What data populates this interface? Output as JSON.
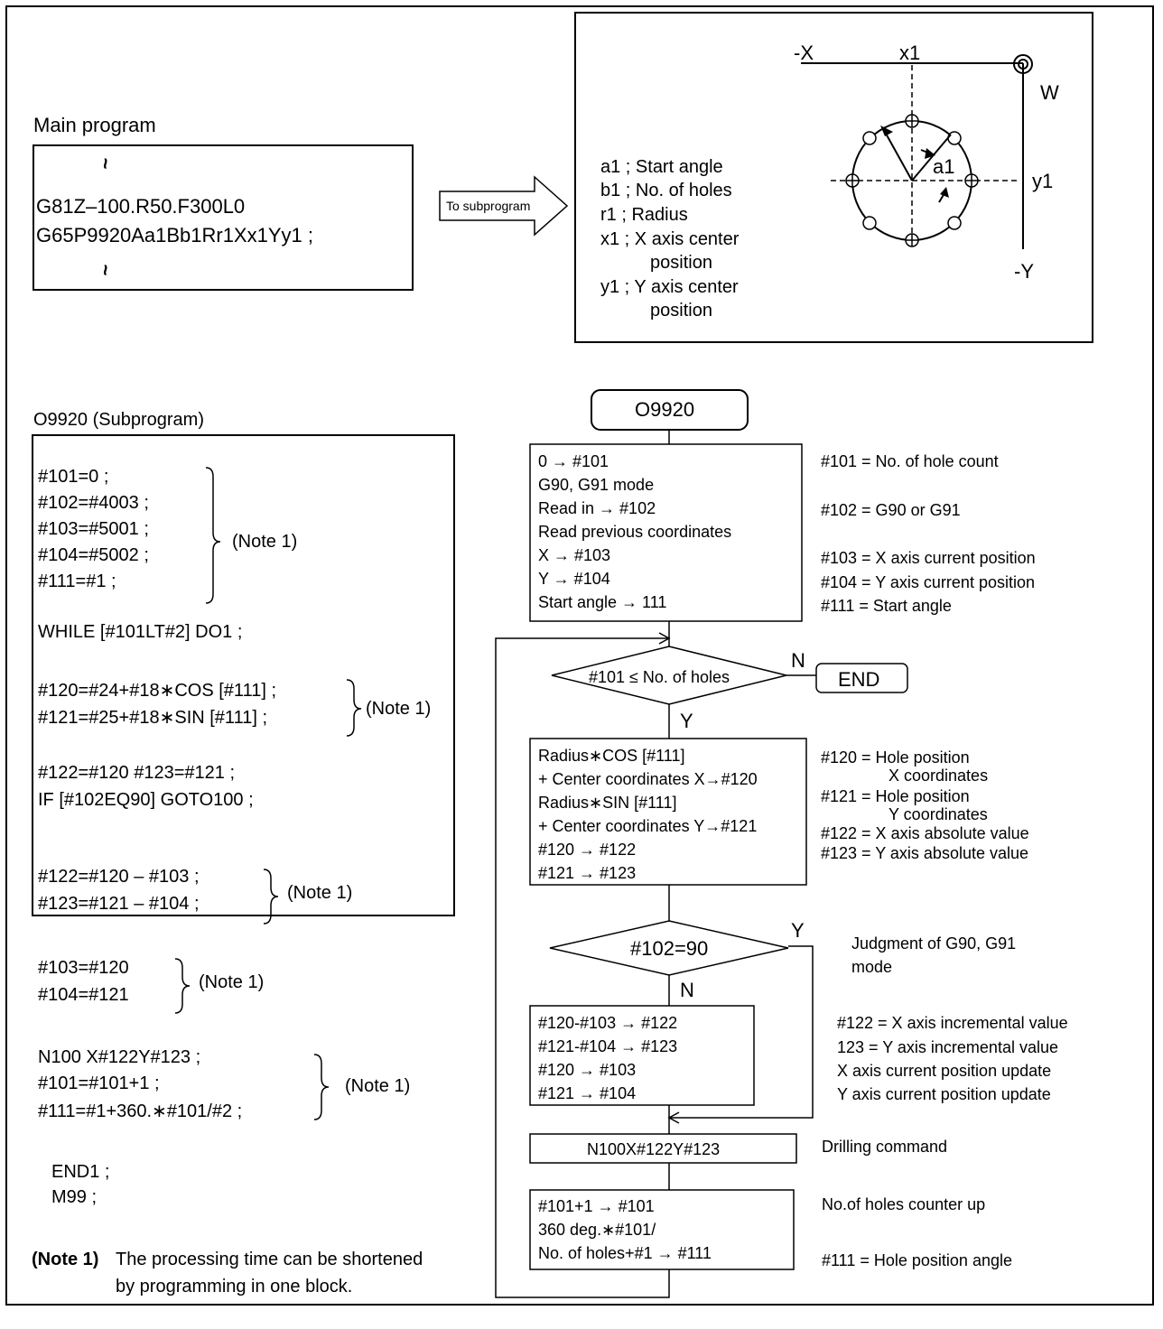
{
  "main_program": {
    "title": "Main program",
    "wave": "~",
    "line1": "G81Z–100.R50.F300L0",
    "line2": "G65P9920Aa1Bb1Rr1Xx1Yy1 ;"
  },
  "arrow_label": "To subprogram",
  "args": {
    "a1": "a1  ; Start angle",
    "b1": "b1  ; No. of holes",
    "r1": "r1   ; Radius",
    "x1a": "x1  ; X axis center",
    "x1b": "position",
    "y1a": "y1  ; Y axis center",
    "y1b": "position"
  },
  "geometry_labels": {
    "negx": "-X",
    "x1": "x1",
    "w": "W",
    "a1": "a1",
    "y1": "y1",
    "negy": "-Y"
  },
  "subprogram": {
    "title": "O9920 (Subprogram)",
    "l1": "#101=0 ;",
    "l2": "#102=#4003 ;",
    "l3": "#103=#5001 ;",
    "l4": "#104=#5002 ;",
    "l5": "#111=#1 ;",
    "l6": "WHILE [#101LT#2] DO1 ;",
    "l7": "#120=#24+#18∗COS [#111] ;",
    "l8": "#121=#25+#18∗SIN [#111] ;",
    "l9": "#122=#120 #123=#121 ;",
    "l10": "IF [#102EQ90] GOTO100 ;",
    "l11": "#122=#120 – #103 ;",
    "l12": "#123=#121 – #104 ;",
    "l13": "#103=#120",
    "l14": "#104=#121",
    "l15": "N100    X#122Y#123 ;",
    "l16": "#101=#101+1 ;",
    "l17": "#111=#1+360.∗#101/#2 ;",
    "l18": "END1 ;",
    "l19": "M99 ;",
    "note": "(Note 1)"
  },
  "footnote": {
    "label": "(Note 1)",
    "text1": "The processing time can be shortened",
    "text2": "by programming in one block."
  },
  "flowchart": {
    "start": "O9920",
    "box1": [
      "0 → #101",
      "G90, G91 mode",
      "Read in → #102",
      "Read previous coordinates",
      "X → #103",
      "Y → #104",
      "Start angle → 111"
    ],
    "cond1": "#101 ≤ No. of holes",
    "n1": "N",
    "end": "END",
    "y1": "Y",
    "box2": [
      "Radius∗COS [#111]",
      "+ Center coordinates X→#120",
      "Radius∗SIN [#111]",
      "+ Center coordinates Y→#121",
      "#120 → #122",
      "#121 → #123"
    ],
    "cond2": "#102=90",
    "y2": "Y",
    "n2": "N",
    "box3": [
      "#120-#103 → #122",
      "#121-#104 → #123",
      "#120 → #103",
      "#121 → #104"
    ],
    "box4": "N100X#122Y#123",
    "box5": [
      "#101+1 → #101",
      "360 deg.∗#101/",
      "No. of holes+#1 → #111"
    ]
  },
  "comments": {
    "c1": "#101 = No. of hole count",
    "c2": "#102 = G90 or G91",
    "c3": "#103 = X axis current position",
    "c4": "#104 = Y axis current position",
    "c5": "#111 = Start angle",
    "c6": "#120 = Hole position",
    "c7": "X coordinates",
    "c8": "#121 = Hole position",
    "c9": "Y coordinates",
    "c10": "#122 = X axis absolute value",
    "c11": "#123 = Y axis absolute value",
    "c12": "Judgment of G90, G91",
    "c13": "mode",
    "c14": "#122 = X axis incremental value",
    "c15": "123 = Y axis incremental value",
    "c16": "X axis current position update",
    "c17": "Y axis current position update",
    "c18": "Drilling command",
    "c19": "No.of holes counter up",
    "c20": "#111 = Hole position angle"
  }
}
